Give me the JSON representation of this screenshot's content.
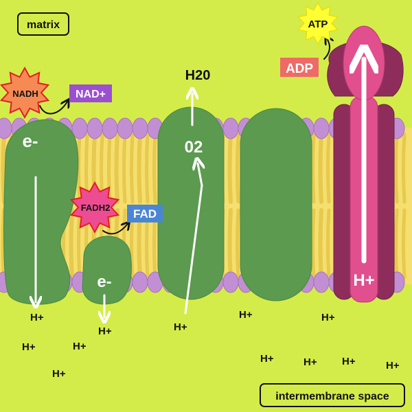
{
  "labels": {
    "matrix": "matrix",
    "intermembrane_space": "intermembrane space",
    "nadh": "NADH",
    "nad_plus": "NAD+",
    "fadh2": "FADH2",
    "fad": "FAD",
    "electron_1": "e-",
    "electron_2": "e-",
    "oxygen": "02",
    "water": "H20",
    "adp": "ADP",
    "atp": "ATP",
    "proton_synthase": "H+"
  },
  "protons": [
    "H+",
    "H+",
    "H+",
    "H+",
    "H+",
    "H+",
    "H+",
    "H+",
    "H+",
    "H+",
    "H+",
    "H+"
  ],
  "colors": {
    "background": "#d4ec4a",
    "membrane_core": "#f5df6e",
    "lipid_head": "#c38fd4",
    "protein_complex": "#5b9a4f",
    "atp_synthase_dark": "#8e2d5c",
    "atp_synthase_light": "#e14f8e",
    "nadh_star": "#f58a55",
    "fadh2_star": "#ee4c92",
    "nad_plus_box": "#9b4fd0",
    "fad_box": "#4a86d6",
    "adp_box": "#ee6a67",
    "atp_star": "#ffff33",
    "arrow": "#ffffff"
  }
}
